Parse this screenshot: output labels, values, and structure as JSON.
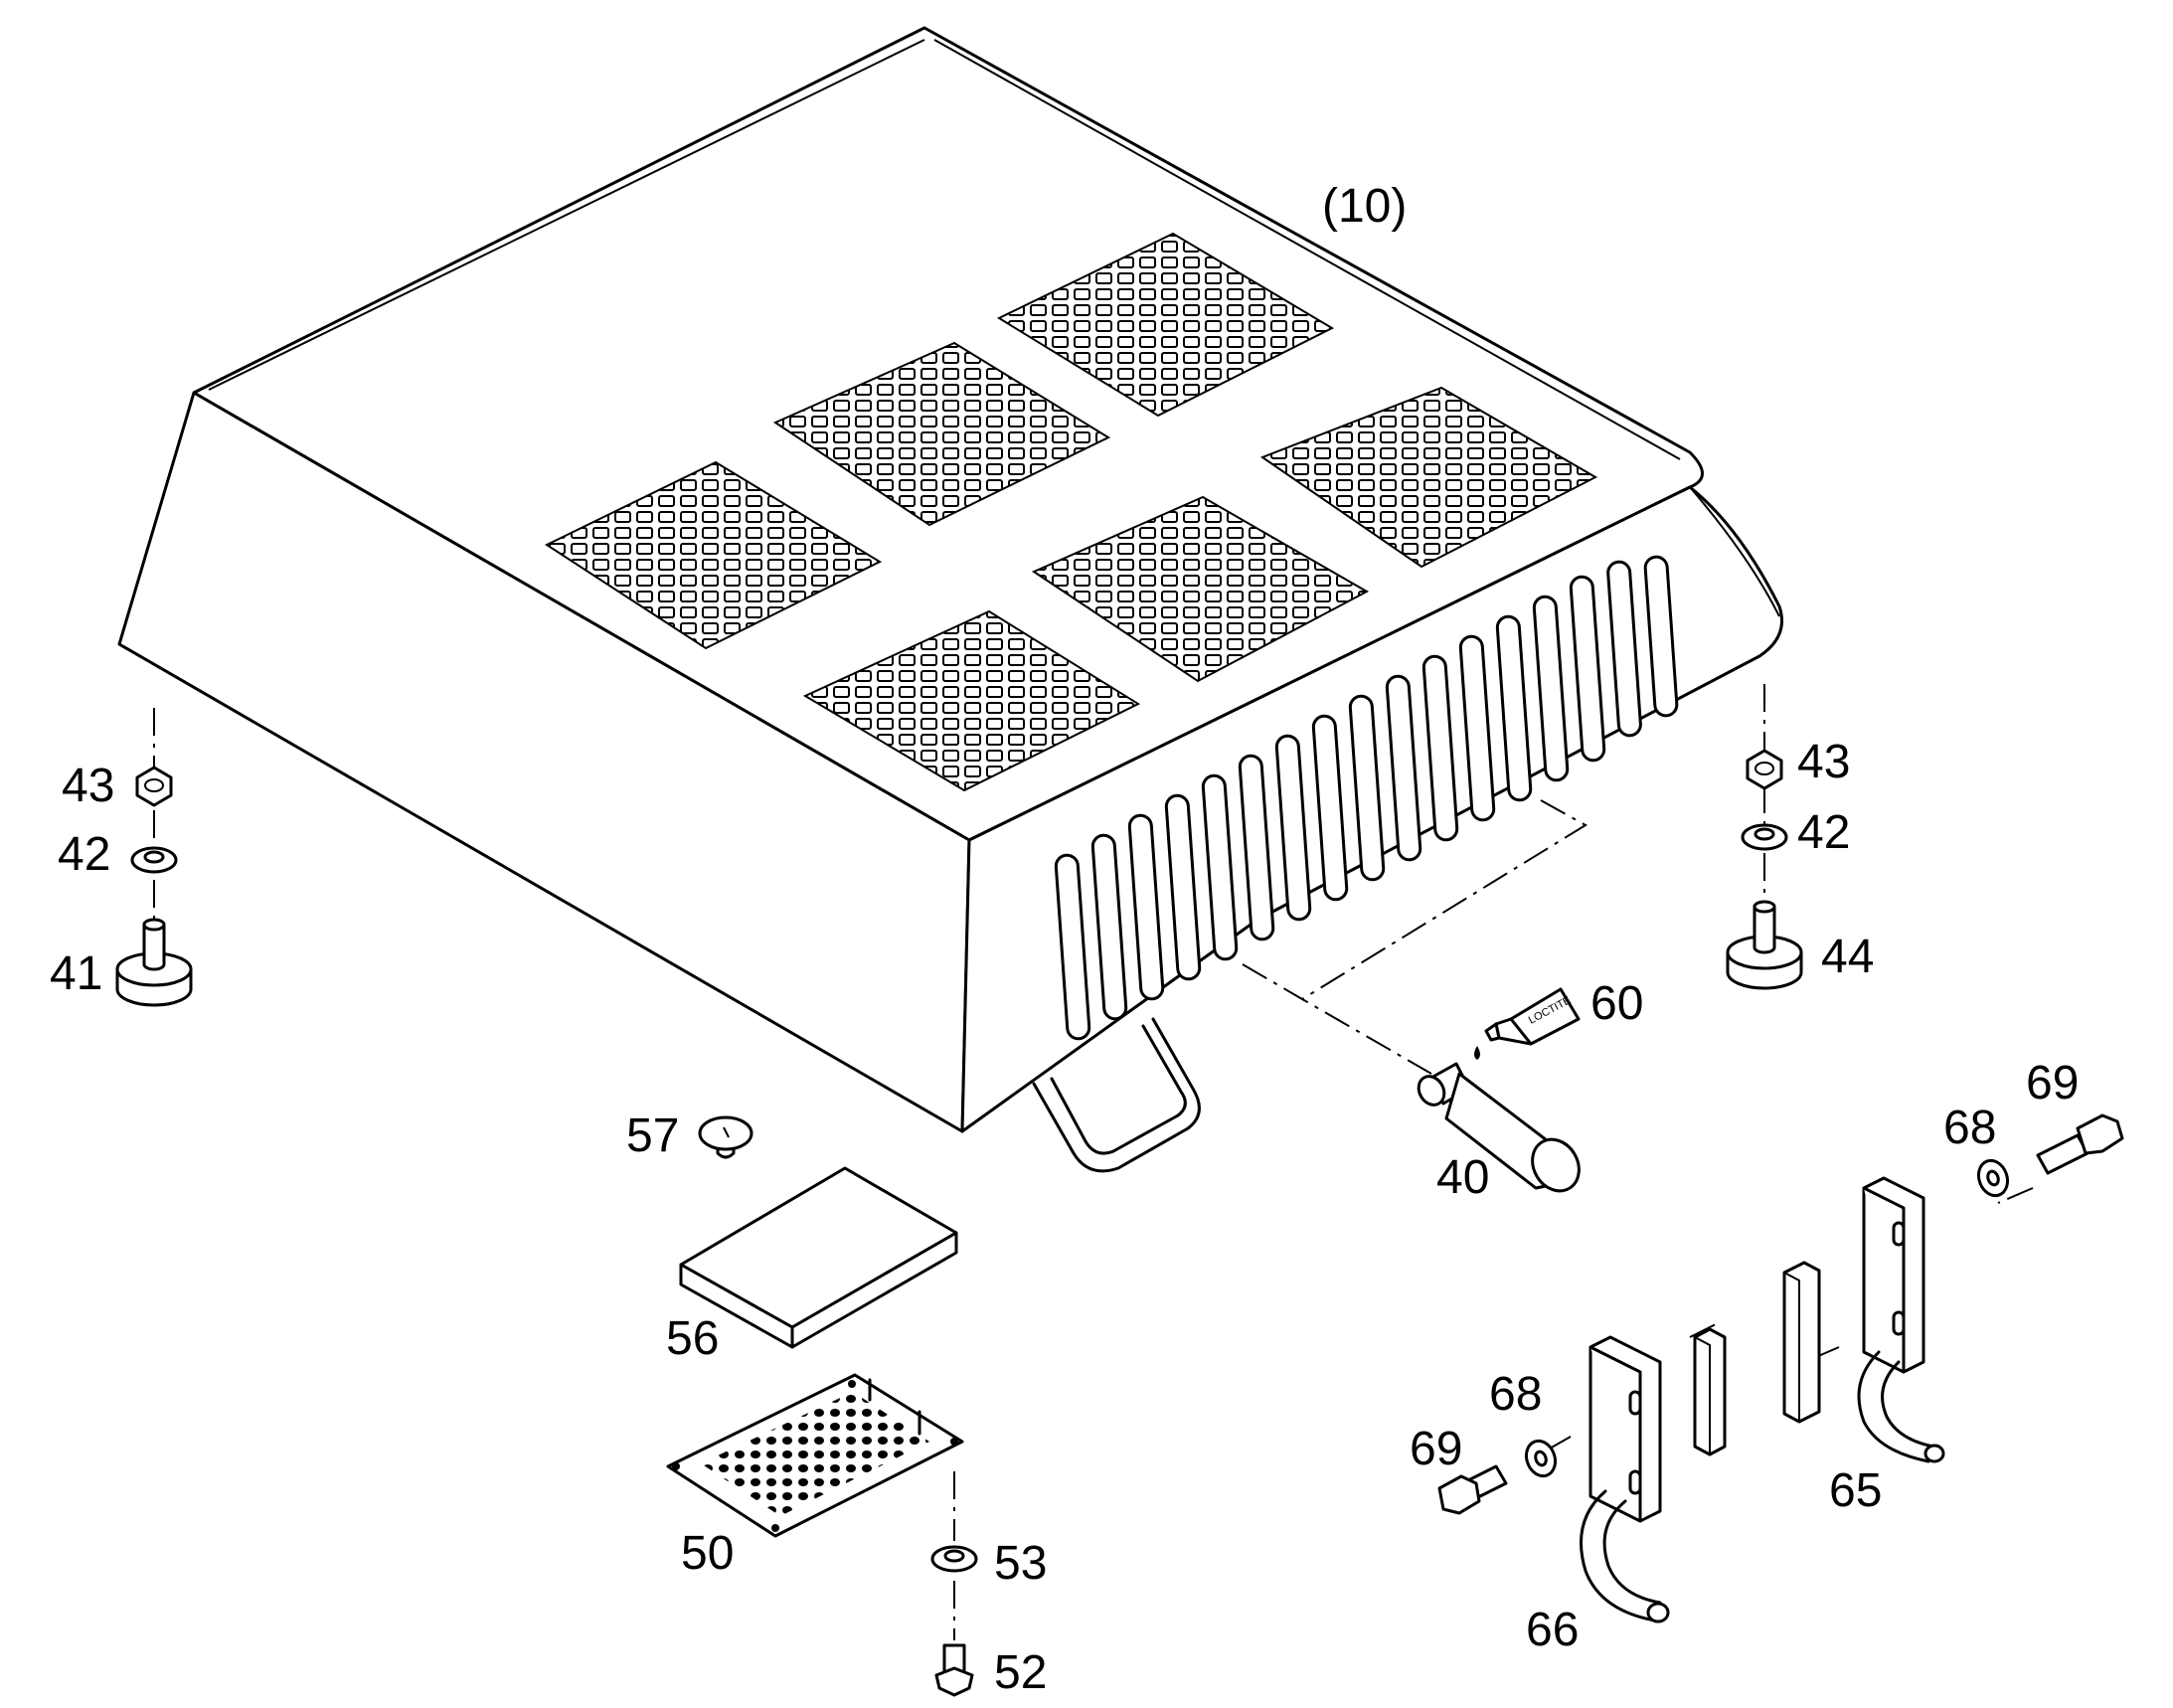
{
  "callouts": {
    "c10": "(10)",
    "c43a": "43",
    "c42a": "42",
    "c41": "41",
    "c43b": "43",
    "c42b": "42",
    "c44": "44",
    "c60": "60",
    "c40": "40",
    "c57": "57",
    "c56": "56",
    "c50": "50",
    "c53": "53",
    "c52": "52",
    "c69a": "69",
    "c68a": "68",
    "c65": "65",
    "c68b": "68",
    "c69b": "69",
    "c66": "66"
  },
  "tube_label": "LOCTITE"
}
